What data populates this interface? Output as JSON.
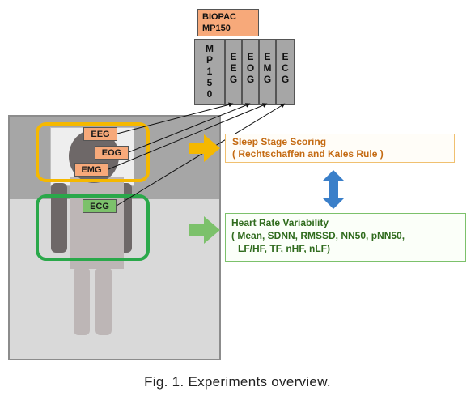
{
  "scene": {
    "lead_tags": {
      "eeg": "EEG",
      "eog": "EOG",
      "emg": "EMG",
      "ecg": "ECG"
    }
  },
  "device": {
    "label_line1": "BIOPAC",
    "label_line2": "MP150",
    "model_chars": [
      "M",
      "P",
      "1",
      "5",
      "0"
    ],
    "channels": [
      {
        "name": "EEG",
        "chars": [
          "E",
          "E",
          "G"
        ]
      },
      {
        "name": "EOG",
        "chars": [
          "E",
          "O",
          "G"
        ]
      },
      {
        "name": "EMG",
        "chars": [
          "E",
          "M",
          "G"
        ]
      },
      {
        "name": "ECG",
        "chars": [
          "E",
          "C",
          "G"
        ]
      }
    ]
  },
  "outputs": {
    "sleep": {
      "line1": "Sleep Stage Scoring",
      "line2": "( Rechtschaffen and Kales Rule )"
    },
    "hrv": {
      "line1": "Heart Rate Variability",
      "line2": "( Mean, SDNN, RMSSD, NN50, pNN50,",
      "line3": "LF/HF, TF, nHF, nLF)"
    }
  },
  "colors": {
    "head_region": "#f5b800",
    "chest_region": "#2aa84a",
    "orange_arrow": "#f5b800",
    "green_arrow": "#7cc16b",
    "double_arrow": "#3a7fc9"
  },
  "caption": "Fig. 1. Experiments overview."
}
